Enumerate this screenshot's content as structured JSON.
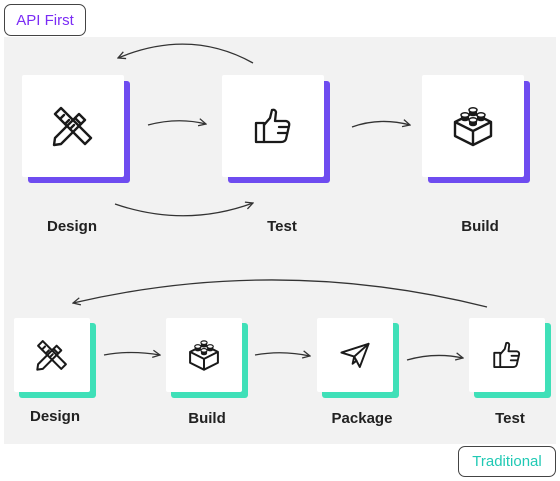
{
  "tags": {
    "api_first": "API First",
    "traditional": "Traditional"
  },
  "api_first": {
    "steps": [
      {
        "label": "Design",
        "icon": "design-icon"
      },
      {
        "label": "Test",
        "icon": "thumbs-up-icon"
      },
      {
        "label": "Build",
        "icon": "lego-brick-icon"
      }
    ]
  },
  "traditional": {
    "steps": [
      {
        "label": "Design",
        "icon": "design-icon"
      },
      {
        "label": "Build",
        "icon": "lego-brick-icon"
      },
      {
        "label": "Package",
        "icon": "paper-plane-icon"
      },
      {
        "label": "Test",
        "icon": "thumbs-up-icon"
      }
    ]
  },
  "colors": {
    "api_accent": "#6e4cf0",
    "traditional_accent": "#3fe0b8",
    "api_tag_text": "#7b2cf5",
    "traditional_tag_text": "#21c9b4"
  }
}
